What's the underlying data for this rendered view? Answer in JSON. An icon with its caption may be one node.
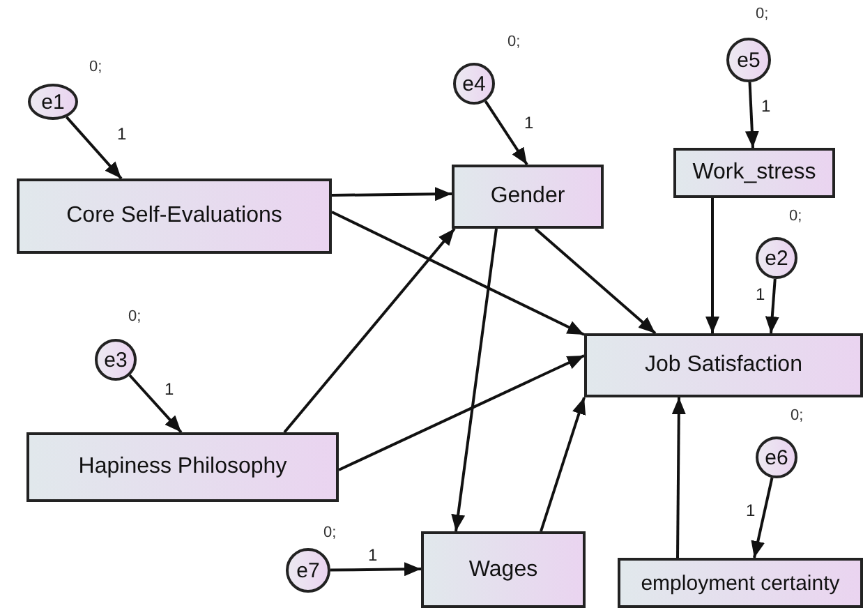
{
  "diagram": {
    "nodes": [
      {
        "text": [
          "e1"
        ],
        "beside": [
          "0;"
        ]
      },
      {
        "text": [
          "e4"
        ],
        "beside": [
          "0;"
        ]
      },
      {
        "text": [
          "e5"
        ],
        "beside": [
          "0;"
        ]
      },
      {
        "text": [
          "Core Self-Evaluations"
        ]
      },
      {
        "text": [
          "Gender"
        ]
      },
      {
        "text": [
          "Work_stress"
        ]
      },
      {
        "text": [
          "e2"
        ],
        "beside": [
          "0;"
        ]
      },
      {
        "text": [
          "e3"
        ],
        "beside": [
          "0;"
        ]
      },
      {
        "text": [
          "Job Satisfaction"
        ]
      },
      {
        "text": [
          "e6"
        ],
        "beside": [
          "0;"
        ]
      },
      {
        "text": [
          "Hapiness Philosophy"
        ]
      },
      {
        "text": [
          "e7"
        ],
        "beside": [
          "0;"
        ]
      },
      {
        "text": [
          "Wages"
        ]
      },
      {
        "text": [
          "employment certainty"
        ]
      }
    ],
    "edges": [
      {
        "from": 0,
        "to": 3,
        "arrow": "to",
        "label": "1"
      },
      {
        "from": 1,
        "to": 4,
        "arrow": "to",
        "label": "1"
      },
      {
        "from": 2,
        "to": 5,
        "arrow": "to",
        "label": "1"
      },
      {
        "from": 6,
        "to": 8,
        "arrow": "to",
        "label": "1"
      },
      {
        "from": 7,
        "to": 10,
        "arrow": "to",
        "label": "1"
      },
      {
        "from": 9,
        "to": 13,
        "arrow": "to",
        "label": "1"
      },
      {
        "from": 11,
        "to": 12,
        "arrow": "to",
        "label": "1"
      },
      {
        "from": 3,
        "to": 4,
        "arrow": "to"
      },
      {
        "from": 3,
        "to": 8,
        "arrow": "to"
      },
      {
        "from": 10,
        "to": 4,
        "arrow": "to"
      },
      {
        "from": 10,
        "to": 8,
        "arrow": "to"
      },
      {
        "from": 4,
        "to": 12,
        "arrow": "to"
      },
      {
        "from": 4,
        "to": 8,
        "arrow": "to"
      },
      {
        "from": 12,
        "to": 8,
        "arrow": "to"
      },
      {
        "from": 5,
        "to": 8,
        "arrow": "to"
      },
      {
        "from": 13,
        "to": 8,
        "arrow": "to"
      }
    ]
  }
}
